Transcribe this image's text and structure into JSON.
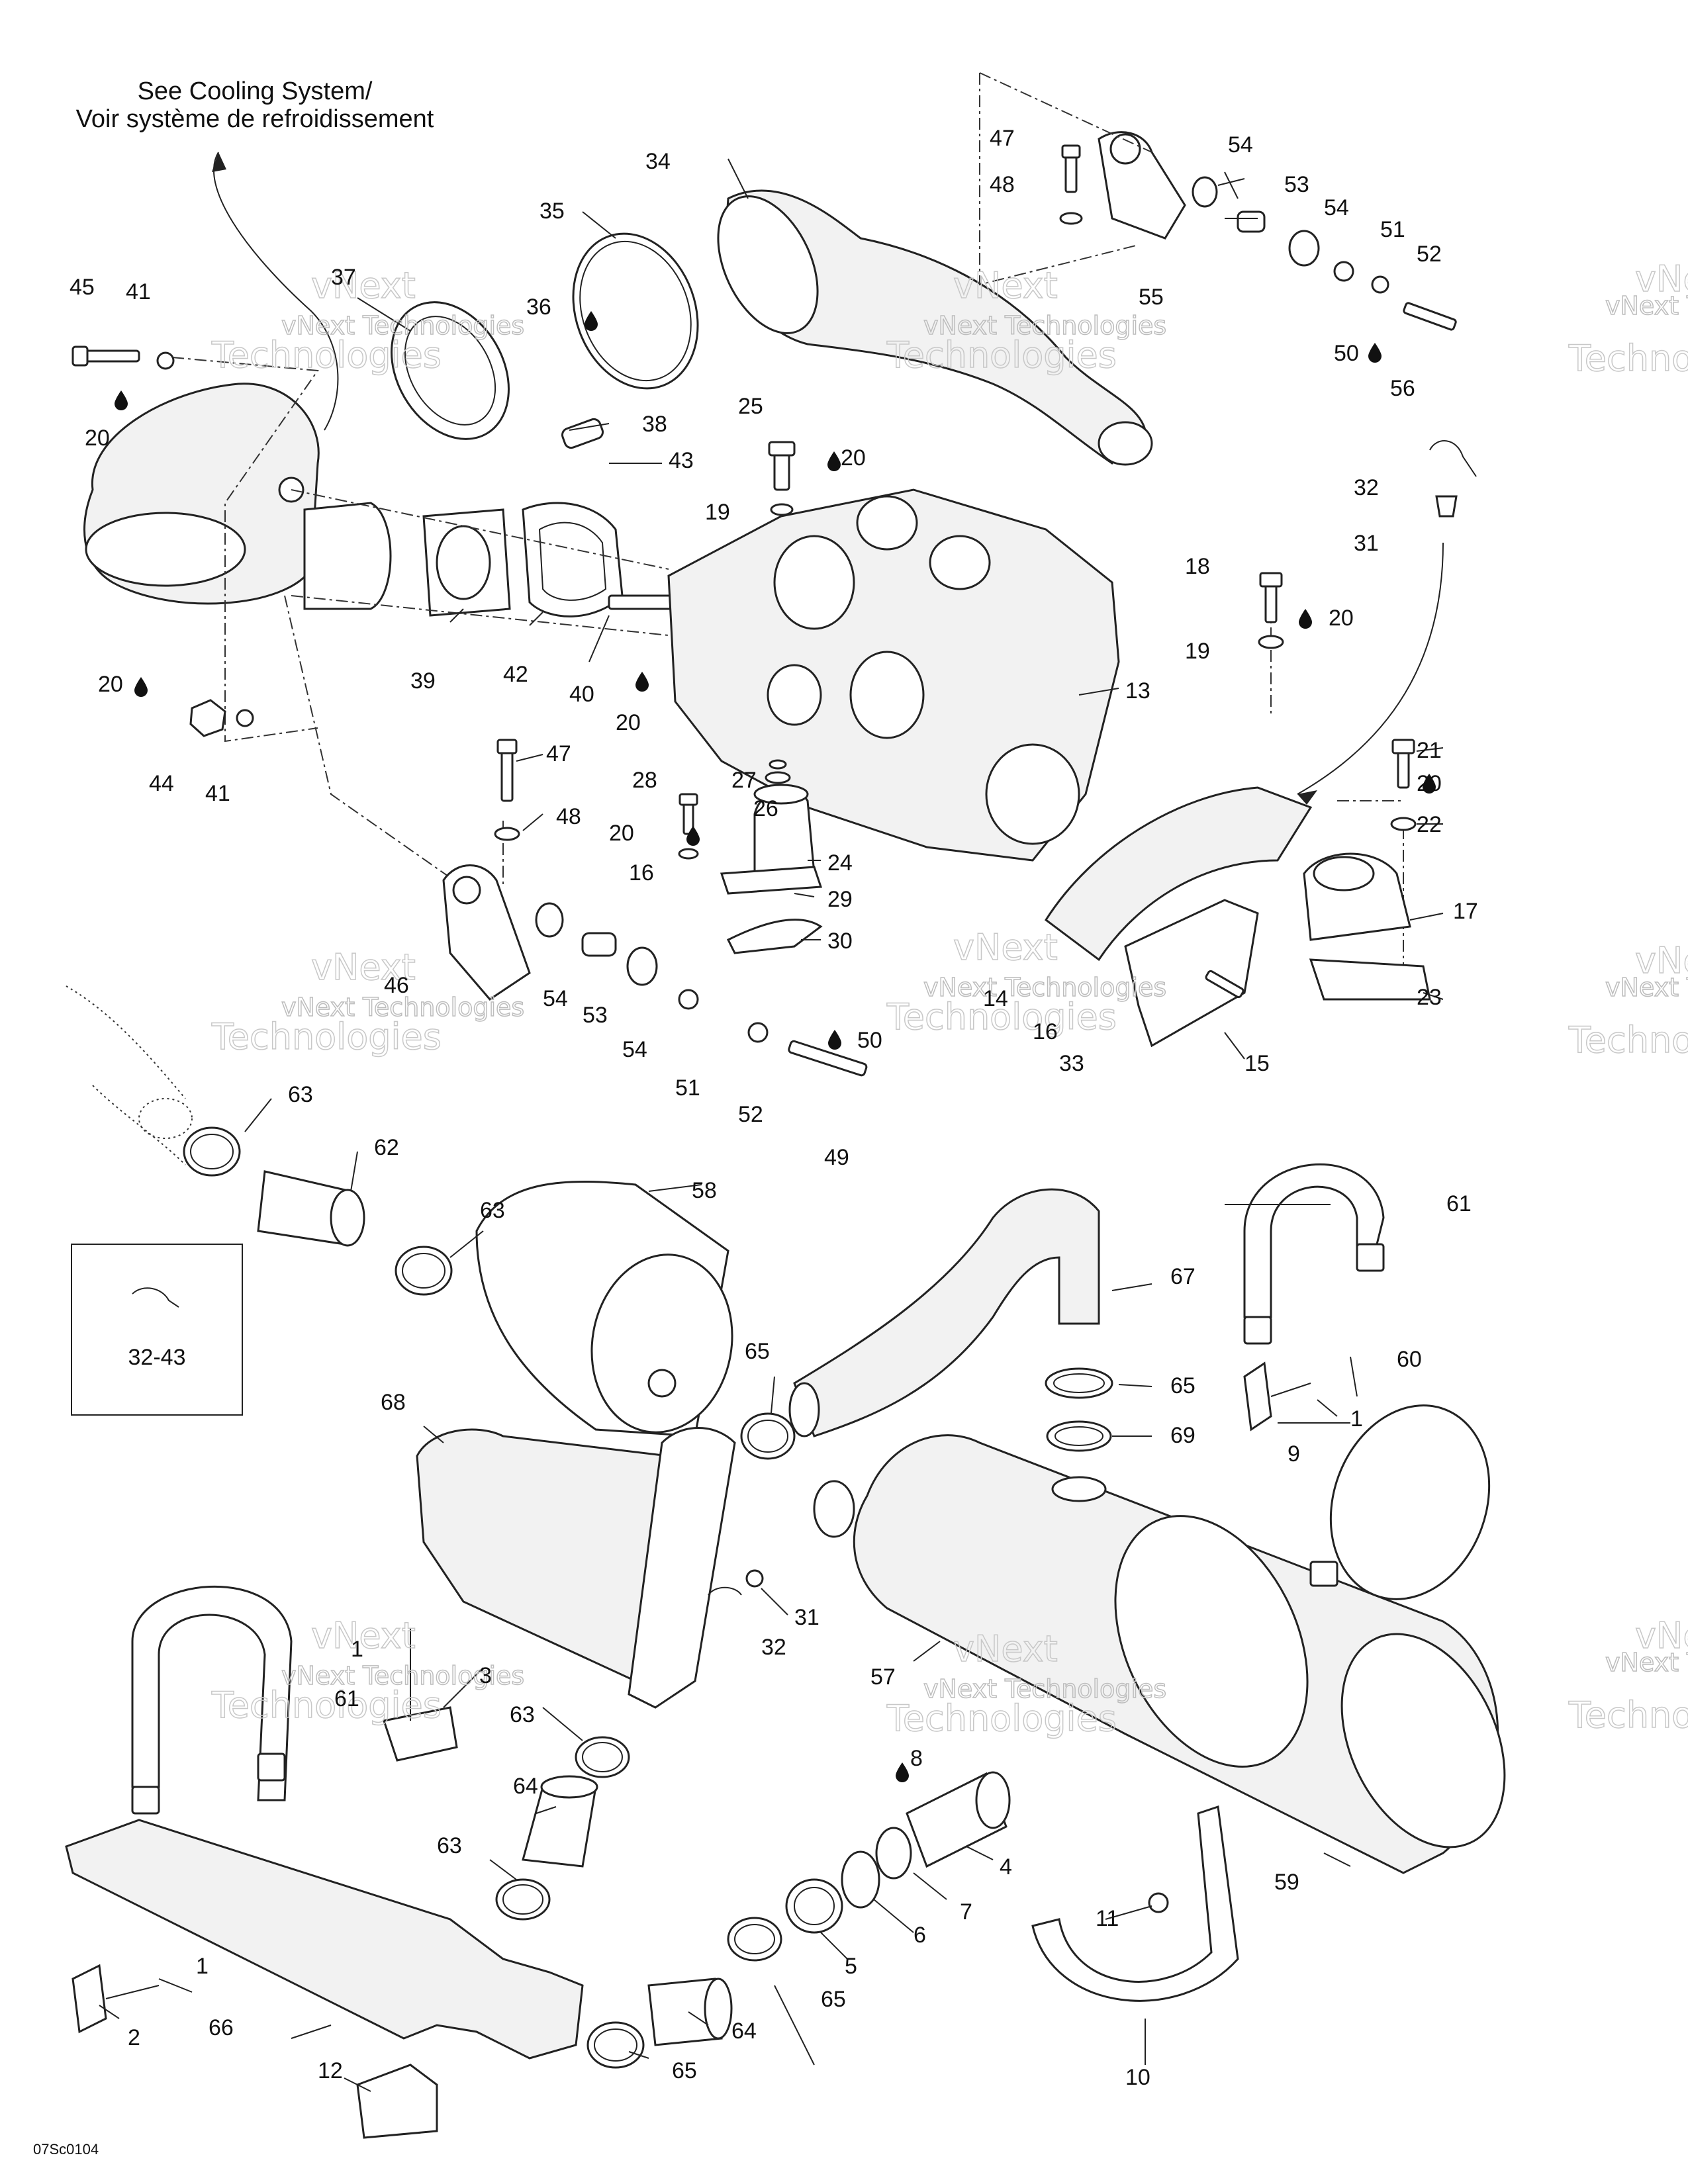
{
  "note": {
    "line1": "See Cooling System/",
    "line2": "Voir système de refroidissement"
  },
  "watermark": {
    "company": "vNext Technologies",
    "line1": "vNext",
    "line2": "Technologies"
  },
  "figure_code": "07Sc0104",
  "inset_label": "32-43",
  "grease_icon": "grease-drop-icon",
  "callouts": [
    "1",
    "1",
    "1",
    "2",
    "3",
    "4",
    "5",
    "6",
    "7",
    "8",
    "9",
    "10",
    "11",
    "12",
    "13",
    "14",
    "15",
    "16",
    "16",
    "17",
    "18",
    "19",
    "19",
    "20",
    "20",
    "20",
    "20",
    "20",
    "20",
    "20",
    "21",
    "22",
    "23",
    "24",
    "25",
    "26",
    "27",
    "28",
    "29",
    "30",
    "31",
    "31",
    "32",
    "32",
    "33",
    "34",
    "35",
    "36",
    "37",
    "38",
    "39",
    "40",
    "41",
    "41",
    "42",
    "43",
    "44",
    "45",
    "46",
    "47",
    "47",
    "48",
    "48",
    "49",
    "50",
    "50",
    "51",
    "51",
    "52",
    "52",
    "53",
    "53",
    "54",
    "54",
    "54",
    "54",
    "55",
    "56",
    "57",
    "58",
    "59",
    "60",
    "61",
    "61",
    "62",
    "63",
    "63",
    "63",
    "63",
    "64",
    "64",
    "65",
    "65",
    "65",
    "65",
    "66",
    "67",
    "68",
    "69"
  ]
}
